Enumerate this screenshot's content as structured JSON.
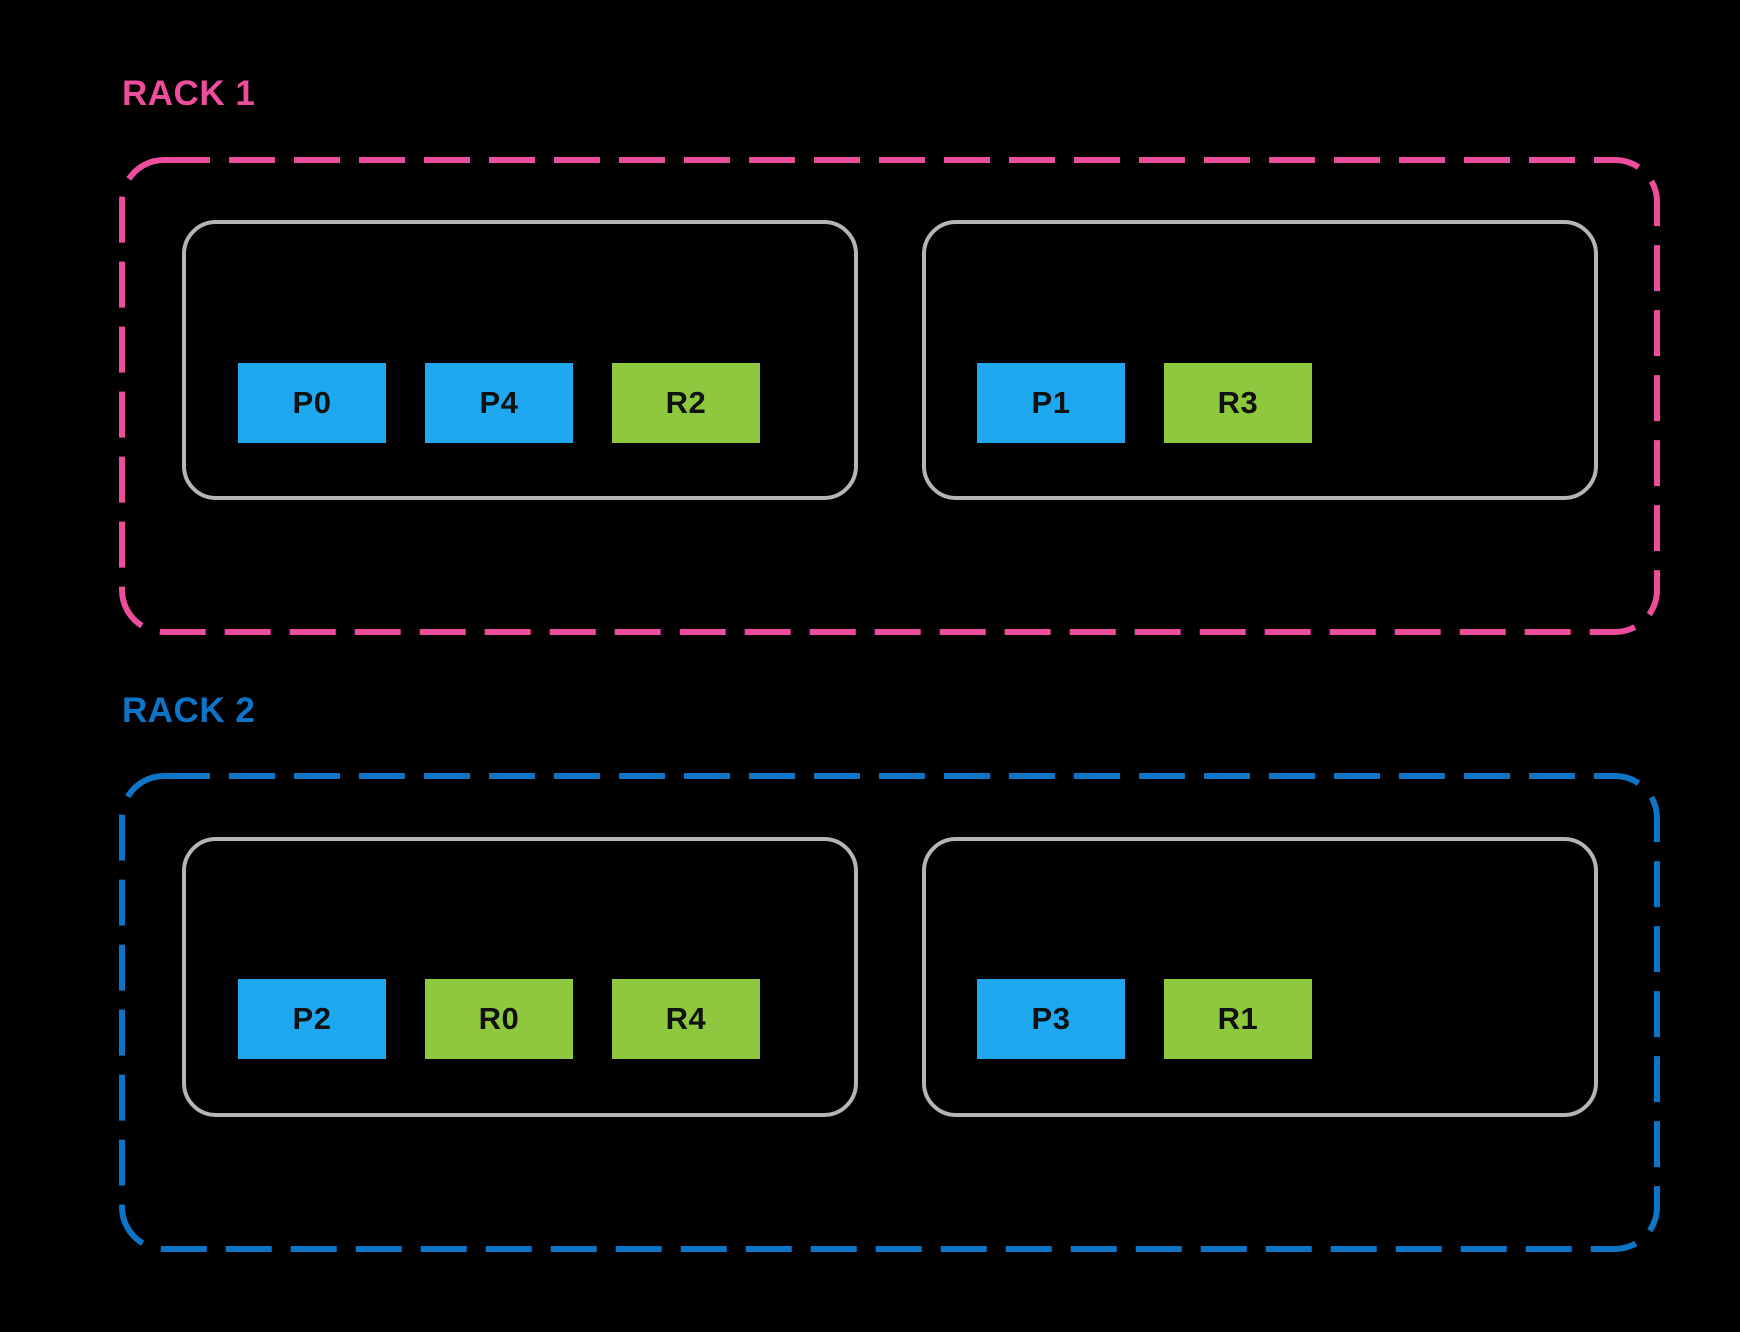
{
  "diagram": {
    "description": "Rack placement diagram with parameter (P) and replica (R) nodes on hosts inside two racks"
  },
  "colors": {
    "background": "#000000",
    "rack1_accent": "#EE4D9B",
    "rack2_accent": "#0E74C6",
    "host_border": "#B5B5B5",
    "param_node_fill": "#1EA8F0",
    "replica_node_fill": "#8DC83F",
    "node_text": "#111111"
  },
  "racks": [
    {
      "label": "RACK 1",
      "hosts": [
        {
          "nodes": [
            {
              "label": "P0",
              "type": "param"
            },
            {
              "label": "P4",
              "type": "param"
            },
            {
              "label": "R2",
              "type": "replica"
            }
          ]
        },
        {
          "nodes": [
            {
              "label": "P1",
              "type": "param"
            },
            {
              "label": "R3",
              "type": "replica"
            }
          ]
        }
      ]
    },
    {
      "label": "RACK 2",
      "hosts": [
        {
          "nodes": [
            {
              "label": "P2",
              "type": "param"
            },
            {
              "label": "R0",
              "type": "replica"
            },
            {
              "label": "R4",
              "type": "replica"
            }
          ]
        },
        {
          "nodes": [
            {
              "label": "P3",
              "type": "param"
            },
            {
              "label": "R1",
              "type": "replica"
            }
          ]
        }
      ]
    }
  ]
}
